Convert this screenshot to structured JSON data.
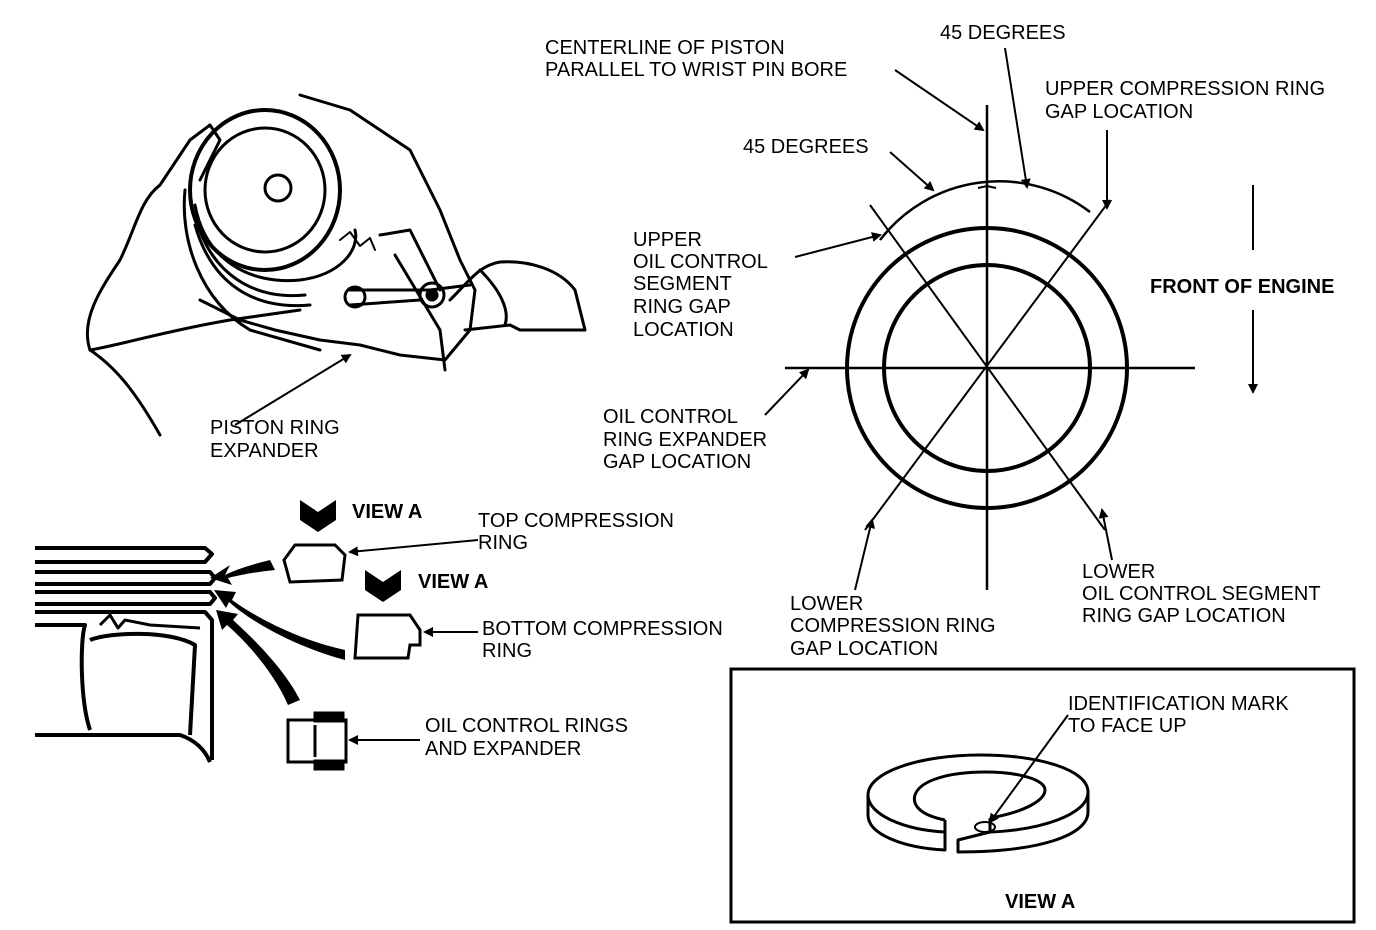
{
  "piston_ring_expander": {
    "line1": "PISTON RING",
    "line2": "EXPANDER"
  },
  "view_a_marker_1": "VIEW A",
  "view_a_marker_2": "VIEW A",
  "top_compression": {
    "line1": "TOP COMPRESSION",
    "line2": "RING"
  },
  "bottom_compression": {
    "line1": "BOTTOM COMPRESSION",
    "line2": "RING"
  },
  "oil_control_rings": {
    "line1": "OIL CONTROL RINGS",
    "line2": "AND EXPANDER"
  },
  "centerline": {
    "line1": "CENTERLINE OF PISTON",
    "line2": "PARALLEL TO WRIST PIN BORE"
  },
  "deg45_top": "45 DEGREES",
  "deg45_left": "45 DEGREES",
  "upper_compression_gap": {
    "line1": "UPPER COMPRESSION RING",
    "line2": "GAP LOCATION"
  },
  "upper_oil_segment_gap": {
    "line1": "UPPER",
    "line2": "OIL CONTROL",
    "line3": "SEGMENT",
    "line4": "RING GAP",
    "line5": "LOCATION"
  },
  "front_of_engine": "FRONT OF ENGINE",
  "oil_expander_gap": {
    "line1": "OIL CONTROL",
    "line2": "RING EXPANDER",
    "line3": "GAP LOCATION"
  },
  "lower_oil_segment_gap": {
    "line1": "LOWER",
    "line2": "OIL CONTROL SEGMENT",
    "line3": "RING GAP LOCATION"
  },
  "lower_compression_gap": {
    "line1": "LOWER",
    "line2": "COMPRESSION RING",
    "line3": "GAP LOCATION"
  },
  "inset": {
    "id_mark": {
      "line1": "IDENTIFICATION MARK",
      "line2": "TO FACE UP"
    },
    "title": "VIEW A"
  }
}
